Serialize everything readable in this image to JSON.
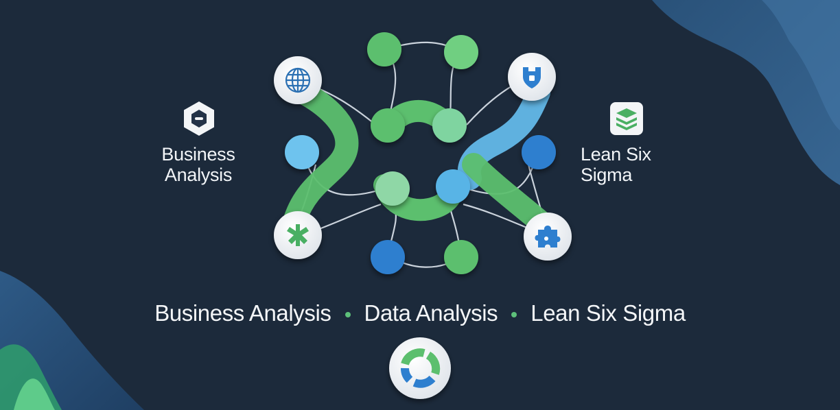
{
  "labels": {
    "left": [
      "Business",
      "Analysis"
    ],
    "right": [
      "Lean Six",
      "Sigma"
    ]
  },
  "bottom_row": [
    "Business Analysis",
    "Data Analysis",
    "Lean Six Sigma"
  ],
  "icons": {
    "top_left_node": "globe-icon",
    "top_right_node": "shield-icon",
    "bottom_left_node": "tree-icon",
    "bottom_right_node": "puzzle-icon",
    "left_badge": "hexagon-icon",
    "right_badge": "stack-icon",
    "bottom_center": "cycle-ring-icon"
  },
  "colors": {
    "background": "#1c2a3b",
    "green": "#5cbf6e",
    "light_green": "#7fd4a0",
    "light_blue": "#6ec3ee",
    "blue": "#2f7fcf",
    "node_white": "#f3f5f7"
  }
}
